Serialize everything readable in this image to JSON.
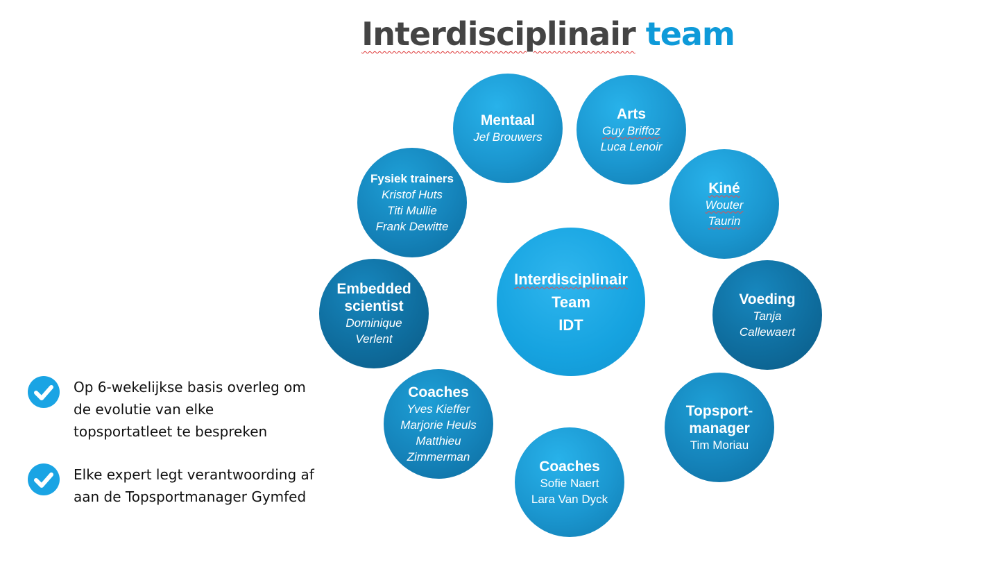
{
  "title": {
    "part1": "Interdisciplinair",
    "part2": "team"
  },
  "center": {
    "line1": "Interdisciplinair",
    "line2": "Team",
    "line3": "IDT"
  },
  "nodes": {
    "mentaal": {
      "role": "Mentaal",
      "people": [
        "Jef Brouwers"
      ]
    },
    "arts": {
      "role": "Arts",
      "people": [
        "Guy Briffoz",
        "Luca Lenoir"
      ]
    },
    "kine": {
      "role": "Kiné",
      "people": [
        "Wouter",
        "Taurin"
      ]
    },
    "voeding": {
      "role": "Voeding",
      "people": [
        "Tanja",
        "Callewaert"
      ]
    },
    "topsport": {
      "role1": "Topsport-",
      "role2": "manager",
      "people": [
        "Tim Moriau"
      ]
    },
    "coaches_bottom": {
      "role": "Coaches",
      "people": [
        "Sofie Naert",
        "Lara Van Dyck"
      ]
    },
    "coaches_left": {
      "role": "Coaches",
      "people": [
        "Yves Kieffer",
        "Marjorie Heuls",
        "Matthieu",
        "Zimmerman"
      ]
    },
    "embedded": {
      "role1": "Embedded",
      "role2": "scientist",
      "people": [
        "Dominique",
        "Verlent"
      ]
    },
    "fysiek": {
      "role": "Fysiek trainers",
      "people": [
        "Kristof Huts",
        "Titi Mullie",
        "Frank Dewitte"
      ]
    }
  },
  "bullets": [
    {
      "text": "Op 6-wekelijkse basis overleg om de evolutie van elke topsportatleet te bespreken"
    },
    {
      "text": "Elke expert legt verantwoording af aan de Topsportmanager Gymfed"
    }
  ],
  "colors": {
    "title_dark": "#444444",
    "title_accent": "#0e9ad9",
    "circle_light": "#1b97d0",
    "circle_dark": "#0f6e9f",
    "center": "#16a3e0",
    "check": "#1aa4e4"
  }
}
